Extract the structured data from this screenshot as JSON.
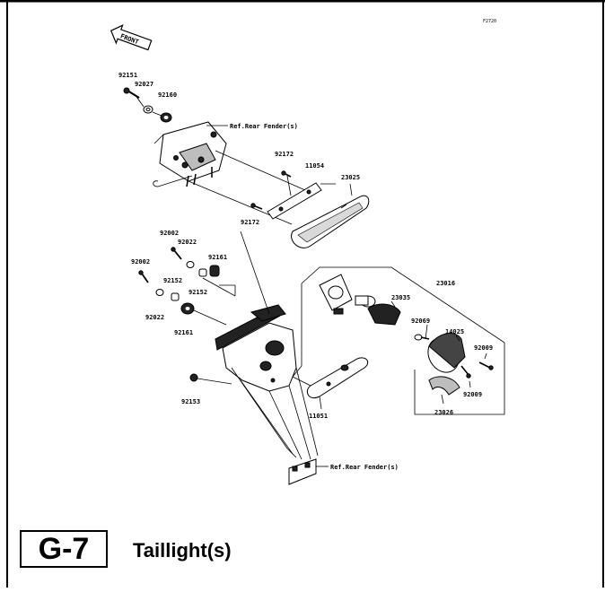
{
  "figure_code": "F2720",
  "page_number": "G-7",
  "title": "Taillight(s)",
  "front_badge": "FRONT",
  "reference_label": "Ref.Rear Fender(s)",
  "part_labels": {
    "p92151": "92151",
    "p92027": "92027",
    "p92160": "92160",
    "p92172a": "92172",
    "p11054": "11054",
    "p23025": "23025",
    "p92172b": "92172",
    "p92002a": "92002",
    "p92022a": "92022",
    "p92161a": "92161",
    "p92002b": "92002",
    "p92152a": "92152",
    "p92152b": "92152",
    "p92022b": "92022",
    "p92161b": "92161",
    "p23016": "23016",
    "p23035": "23035",
    "p92069": "92069",
    "p14025": "14025",
    "p92009a": "92009",
    "p92009b": "92009",
    "p23026": "23026",
    "p92153": "92153",
    "p11051": "11051"
  }
}
